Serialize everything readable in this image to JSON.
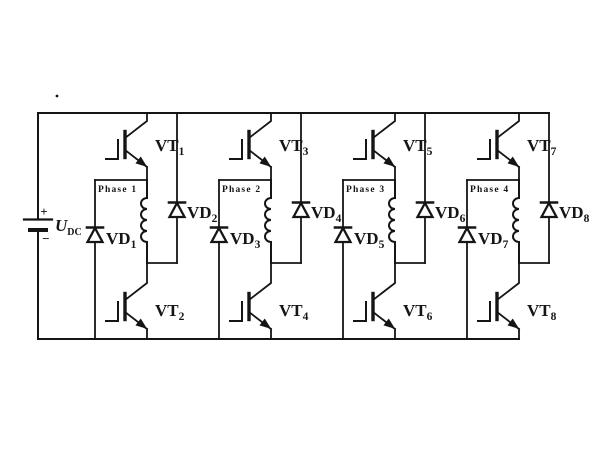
{
  "figure": {
    "background": "#ffffff",
    "ink": "#151515"
  },
  "dc_source": {
    "plus_sign": "+",
    "minus_sign": "−",
    "label": {
      "text": "U",
      "sub": "DC"
    }
  },
  "phases": [
    {
      "winding_label": "Phase 1",
      "top_switch": {
        "text": "VT",
        "sub": "1"
      },
      "bottom_switch": {
        "text": "VT",
        "sub": "2"
      },
      "lower_diode": {
        "text": "VD",
        "sub": "1"
      },
      "upper_diode": {
        "text": "VD",
        "sub": "2"
      }
    },
    {
      "winding_label": "Phase 2",
      "top_switch": {
        "text": "VT",
        "sub": "3"
      },
      "bottom_switch": {
        "text": "VT",
        "sub": "4"
      },
      "lower_diode": {
        "text": "VD",
        "sub": "3"
      },
      "upper_diode": {
        "text": "VD",
        "sub": "4"
      }
    },
    {
      "winding_label": "Phase 3",
      "top_switch": {
        "text": "VT",
        "sub": "5"
      },
      "bottom_switch": {
        "text": "VT",
        "sub": "6"
      },
      "lower_diode": {
        "text": "VD",
        "sub": "5"
      },
      "upper_diode": {
        "text": "VD",
        "sub": "6"
      }
    },
    {
      "winding_label": "Phase 4",
      "top_switch": {
        "text": "VT",
        "sub": "7"
      },
      "bottom_switch": {
        "text": "VT",
        "sub": "8"
      },
      "lower_diode": {
        "text": "VD",
        "sub": "7"
      },
      "upper_diode": {
        "text": "VD",
        "sub": "8"
      }
    }
  ]
}
